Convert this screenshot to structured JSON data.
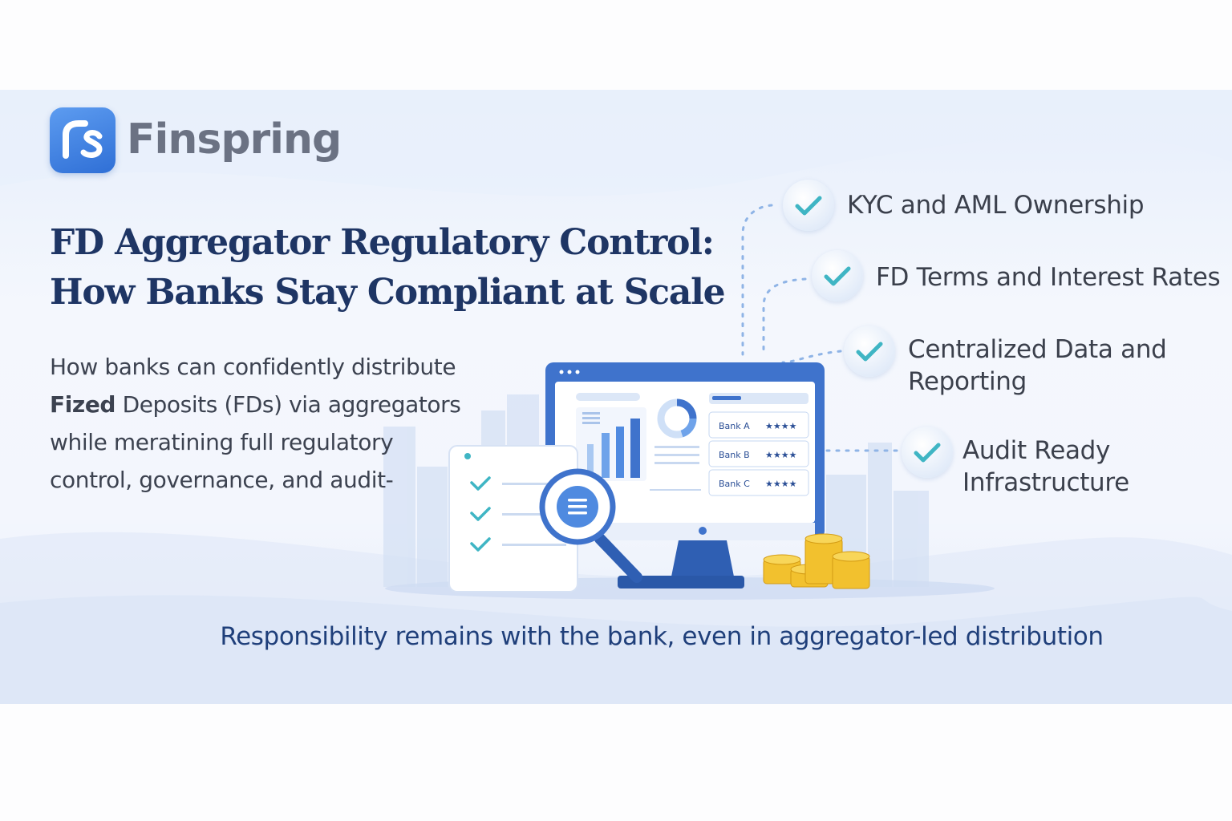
{
  "brand": {
    "name": "Finspring"
  },
  "title": {
    "line1": "FD Aggregator Regulatory Control:",
    "line2": "How Banks Stay Compliant at Scale"
  },
  "description": {
    "line1": "How banks can confidently distribute",
    "line2_strong": "Fized",
    "line2_rest": " Deposits (FDs) via aggregators",
    "line3": "while meratining full regulatory",
    "line4": "control, governance, and audit-"
  },
  "features": [
    {
      "line1": "KYC and AML Ownership",
      "line2": ""
    },
    {
      "line1": "FD Terms and Interest Rates",
      "line2": ""
    },
    {
      "line1": "Centralized Data and",
      "line2": "Reporting"
    },
    {
      "line1": "Audit Ready",
      "line2": "Infrastructure"
    }
  ],
  "dashboard": {
    "rows": [
      {
        "bank": "Bank A",
        "rating": "★★★★"
      },
      {
        "bank": "Bank B",
        "rating": "★★★★"
      },
      {
        "bank": "Bank C",
        "rating": "★★★★"
      }
    ]
  },
  "tagline": "Responsibility remains with the bank, even in aggregator-led distribution",
  "colors": {
    "title": "#1e3564",
    "accent_blue": "#2f6fd6",
    "check_teal": "#3fb5c4",
    "coin_gold": "#f2c12e"
  }
}
